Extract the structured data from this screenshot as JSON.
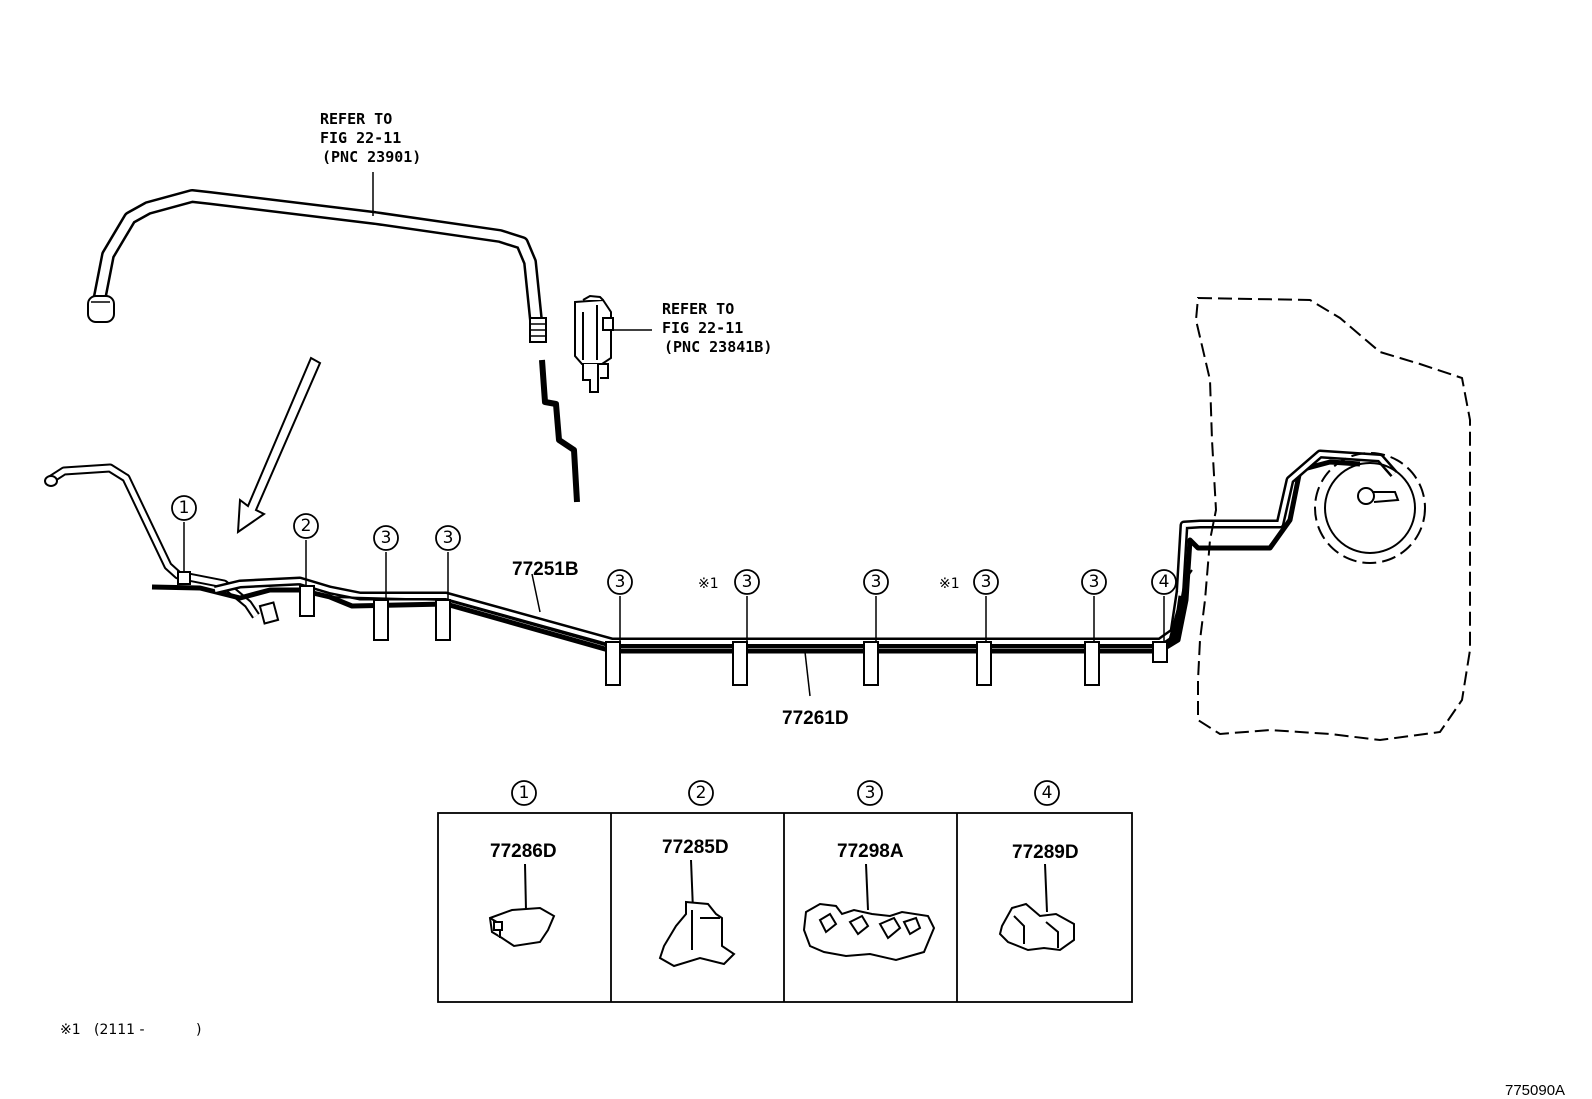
{
  "refer_top": {
    "line1": "REFER TO",
    "line2": "FIG 22-11",
    "line3": "(PNC 23901)"
  },
  "refer_mid": {
    "line1": "REFER TO",
    "line2": "FIG 22-11",
    "line3": "(PNC 23841B)"
  },
  "part_labels": {
    "tube_upper": "77251B",
    "tube_lower": "77261D"
  },
  "markers": {
    "one": "1",
    "two": "2",
    "three": "3",
    "four": "4",
    "note_symbol": "※1"
  },
  "legend": {
    "cells": [
      {
        "callout": "1",
        "part": "77286D"
      },
      {
        "callout": "2",
        "part": "77285D"
      },
      {
        "callout": "3",
        "part": "77298A"
      },
      {
        "callout": "4",
        "part": "77289D"
      }
    ]
  },
  "footnote": {
    "symbol": "※1",
    "text": "(2111 -",
    "close": ")"
  },
  "figure_id": "775090A"
}
